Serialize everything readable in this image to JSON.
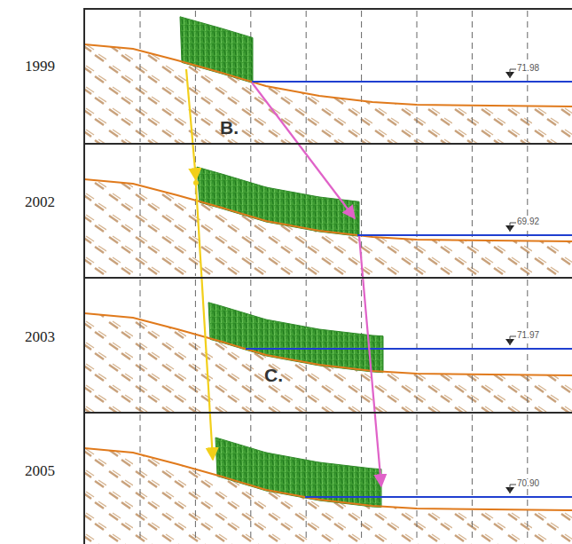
{
  "diagram": {
    "labels": [
      "1999",
      "71.98",
      "B.",
      "2002",
      "69.92",
      "2003",
      "71.97",
      "C.",
      "2005",
      "70.90"
    ]
  }
}
